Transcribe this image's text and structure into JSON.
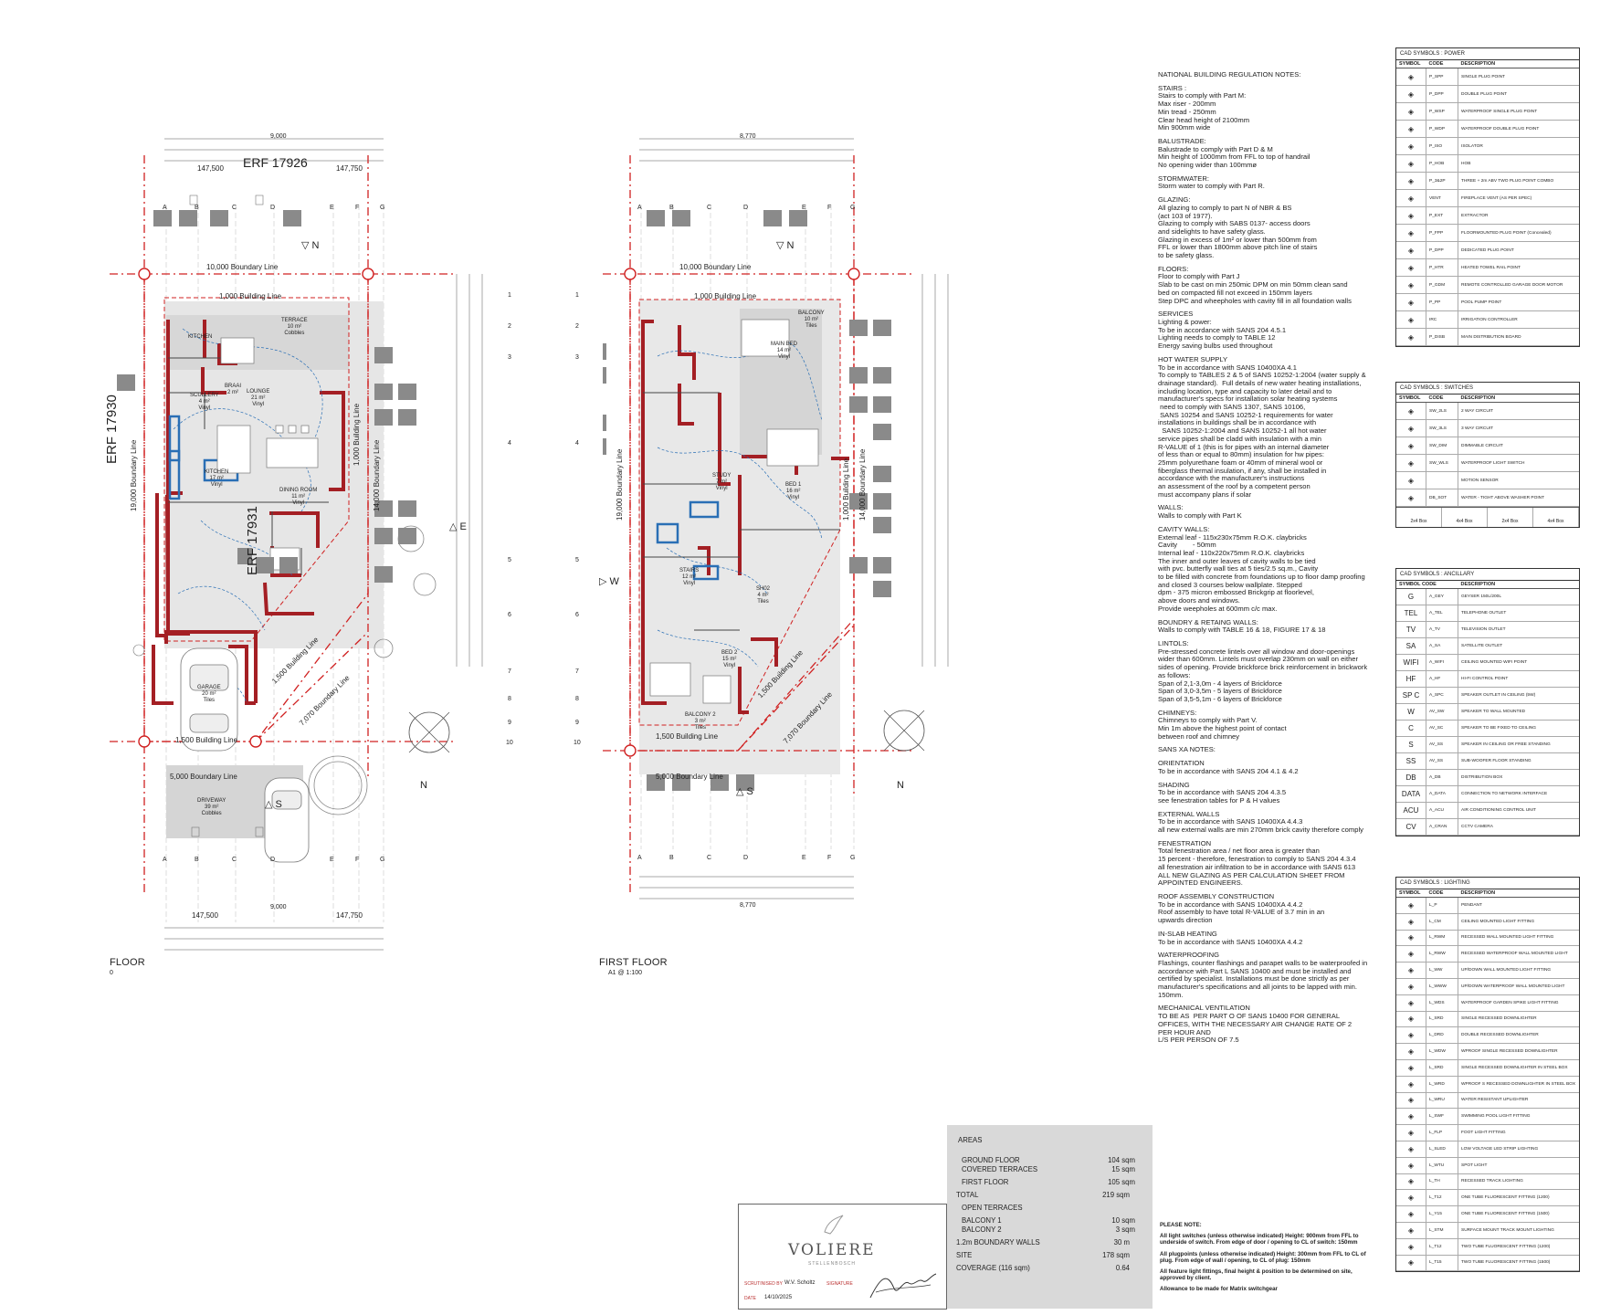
{
  "ground_plan": {
    "erf_top": "ERF 17926",
    "erf_left": "ERF 17930",
    "erf_right": "ERF 17931",
    "rooms": [
      {
        "name": "KITCHEN",
        "area": "17 m²",
        "finish": "Vinyl"
      },
      {
        "name": "LOUNGE",
        "area": "21 m²",
        "finish": "Vinyl"
      },
      {
        "name": "SCULLERY",
        "area": "4 m²",
        "finish": "Vinyl"
      },
      {
        "name": "BRAAI",
        "area": "2 m²",
        "finish": ""
      },
      {
        "name": "GARAGE",
        "area": "20 m²",
        "finish": "Tiles"
      },
      {
        "name": "DINING ROOM",
        "area": "11 m²",
        "finish": "Vinyl"
      },
      {
        "name": "TERRACE",
        "area": "10 m²",
        "finish": "Cobbles"
      },
      {
        "name": "DRIVEWAY",
        "area": "39 m²",
        "finish": "Cobbles"
      }
    ],
    "boundary_top": "10,000 Boundary Line",
    "building_top": "1,000 Building Line",
    "building_bottom": "1,500 Building Line",
    "boundary_bottom": "5,000 Boundary Line",
    "boundary_left": "19,000 Boundary Line",
    "boundary_right": "14,000 Boundary Line",
    "building_right": "1,000 Building Line",
    "boundary_diag": "7,070 Boundary Line",
    "building_diag": "1,500 Building Line",
    "cols": [
      "A",
      "B",
      "C",
      "D",
      "E",
      "F",
      "G"
    ],
    "rows": [
      "1",
      "2",
      "3",
      "4",
      "5",
      "6",
      "7",
      "8",
      "9",
      "10"
    ],
    "dim_top1": "147,500",
    "dim_top2": "147,750",
    "dim_bottom1": "147,500",
    "dim_bottom2": "147,750",
    "overall_width": "9,000",
    "title": "FLOOR",
    "scale": "0"
  },
  "first_plan": {
    "rooms": [
      {
        "name": "MAIN BED",
        "area": "14 m²",
        "finish": "Vinyl"
      },
      {
        "name": "BED 1",
        "area": "16 m²",
        "finish": "Vinyl"
      },
      {
        "name": "BED 2",
        "area": "15 m²",
        "finish": "Vinyl"
      },
      {
        "name": "STUDY",
        "area": "7 m²",
        "finish": "Vinyl"
      },
      {
        "name": "STAIRS",
        "area": "12 m²",
        "finish": "Vinyl"
      },
      {
        "name": "BALCONY",
        "area": "10 m²",
        "finish": "Tiles"
      },
      {
        "name": "BALCONY 2",
        "area": "3 m²",
        "finish": "Tiles"
      },
      {
        "name": "SH02",
        "area": "4 m²",
        "finish": "Tiles"
      }
    ],
    "boundary_top": "10,000 Boundary Line",
    "building_top": "1,000 Building Line",
    "building_bottom": "1,500 Building Line",
    "boundary_bottom": "5,000 Boundary Line",
    "boundary_left": "19,000 Boundary Line",
    "boundary_right": "14,000 Boundary Line",
    "building_right": "1,000 Building Line",
    "boundary_diag": "7,070 Boundary Line",
    "building_diag": "1,500 Building Line",
    "overall_width": "8,770",
    "title": "FIRST FLOOR",
    "scale": "A1 @ 1:100"
  },
  "notes": {
    "heading": "NATIONAL  BUILDING REGULATION NOTES:",
    "sections": [
      {
        "title": "STAIRS :",
        "lines": [
          "Stairs to comply with Part M:",
          "Max riser - 200mm",
          "Min tread - 250mm",
          "Clear head height of 2100mm",
          "Min 900mm wide"
        ]
      },
      {
        "title": "BALUSTRADE:",
        "lines": [
          "Balustrade to comply with Part D & M",
          "Min height of 1000mm from FFL to top of handrail",
          "No opening wider than 100mmø"
        ]
      },
      {
        "title": "STORMWATER:",
        "lines": [
          "Storm water to comply with Part R."
        ]
      },
      {
        "title": "GLAZING:",
        "lines": [
          "All glazing to comply to part N of NBR & BS",
          "(act 103 of 1977).",
          "Glazing to comply with SABS 0137- access doors",
          "and sidelights to have safety glass.",
          "Glazing in excess of 1m² or lower than 500mm from",
          "FFL or lower than 1800mm above pitch line of stairs",
          "to be safety glass."
        ]
      },
      {
        "title": "FLOORS:",
        "lines": [
          "Floor to comply with Part J",
          "Slab to be cast on min 250mic DPM on min 50mm clean sand",
          "bed on compacted fill not exceed in 150mm layers",
          "Step DPC and wheepholes with cavity fill in all foundation walls"
        ]
      },
      {
        "title": "SERVICES",
        "lines": [
          "Lighting & power:",
          "To be in accordance with SANS 204 4.5.1",
          "Lighting needs to comply to TABLE 12",
          "Energy saving bulbs used throughout"
        ]
      },
      {
        "title": "HOT WATER SUPPLY",
        "lines": [
          "To be in accordance with SANS 10400XA 4.1",
          "To comply to TABLES 2 & 5 of SANS 10252-1:2004 (water supply &",
          "drainage standard).  Full details of new water heating installations,",
          "including location, type and capacity to later detail and to",
          "manufacturer's specs for installation solar heating systems",
          " need to comply with SANS 1307, SANS 10106,",
          " SANS 10254 and SANS 10252-1 requirements for water",
          "installations in buildings shall be in accordance with",
          "  SANS 10252-1:2004 and SANS 10252-1 all hot water",
          "service pipes shall be cladd with insulation with a min",
          "R-VALUE of 1 (this is for pipes with an internal diameter",
          "of less than or equal to 80mm) insulation for hw pipes:",
          "25mm polyurethane foam or 40mm of mineral wool or",
          "fiberglass thermal insulation, if any, shall be installed in",
          "accordance with the manufacturer's instructions",
          "an assessment of the roof by a competent person",
          "must accompany plans if solar"
        ]
      },
      {
        "title": "WALLS:",
        "lines": [
          "Walls to comply with Part K"
        ]
      },
      {
        "title": "CAVITY WALLS:",
        "lines": [
          "External leaf - 115x230x75mm R.O.K. claybricks",
          "Cavity        - 50mm",
          "Internal leaf - 110x220x75mm R.O.K. claybricks",
          "The inner and outer leaves of cavity walls to be tied",
          "with pvc. butterfly wall ties at 5 ties/2.5 sq.m., Cavity",
          "to be filled with concrete from foundations up to floor damp proofing",
          "and closed 3 courses below wallplate. Stepped",
          "dpm - 375 micron embossed Brickgrip at floorlevel,",
          "above doors and windows.",
          "Provide weepholes at 600mm c/c max."
        ]
      },
      {
        "title": "BOUNDRY & RETAING WALLS:",
        "lines": [
          "Walls to comply with TABLE 16 & 18, FIGURE 17 & 18"
        ]
      },
      {
        "title": "LINTOLS:",
        "lines": [
          "Pre-stressed concrete lintels over all window and door-openings",
          "wider than 600mm. Lintels must overlap 230mm on wall on either",
          "sides of opening. Provide brickforce brick reinforcement in brickwork",
          "as follows:",
          "Span of 2,1-3,0m - 4 layers of Brickforce",
          "Span of 3,0-3,5m - 5 layers of Brickforce",
          "Span of 3,5-5,1m - 6 layers of Brickforce"
        ]
      },
      {
        "title": "CHIMNEYS:",
        "lines": [
          "Chimneys to comply with Part V.",
          "Min 1m above the highest point of contact",
          "between roof and chimney"
        ]
      },
      {
        "title": "SANS XA NOTES:",
        "lines": []
      },
      {
        "title": "ORIENTATION",
        "lines": [
          "To be in accordance with SANS 204 4.1 & 4.2"
        ]
      },
      {
        "title": "SHADING",
        "lines": [
          "To be in accordance with SANS 204 4.3.5",
          "see fenestration tables for P & H values"
        ]
      },
      {
        "title": "EXTERNAL WALLS",
        "lines": [
          "To be in accordance with SANS 10400XA 4.4.3",
          "all new external walls are min 270mm brick cavity therefore comply"
        ]
      },
      {
        "title": "FENESTRATION",
        "lines": [
          "Total fenestration area / net floor area is greater than",
          "15 percent - therefore, fenestration to comply to SANS 204 4.3.4",
          "all fenestration air infiltration to be in accordance with SANS 613",
          "ALL NEW GLAZING AS PER CALCULATION SHEET FROM",
          "APPOINTED ENGINEERS."
        ]
      },
      {
        "title": "ROOF ASSEMBLY CONSTRUCTION",
        "lines": [
          "To be in accordance with SANS 10400XA 4.4.2",
          "Roof assembly to have total R-VALUE of 3.7 min in an",
          "upwards direction"
        ]
      },
      {
        "title": "IN-SLAB HEATING",
        "lines": [
          "To be in accordance with SANS 10400XA 4.4.2"
        ]
      },
      {
        "title": "WATERPROOFING",
        "lines": [
          "Flashings, counter flashings and parapet walls to be waterproofed in",
          "accordance with Part L SANS 10400 and must be installed and",
          "certified by specialist. Installations must be done strictly as per",
          "manufacturer's specifications and all joints to be lapped with min.",
          "150mm."
        ]
      },
      {
        "title": "MECHANICAL VENTILATION",
        "lines": [
          "TO BE AS  PER PART O OF SANS 10400 FOR GENERAL",
          "OFFICES, WITH THE NECESSARY AIR CHANGE RATE OF 2",
          "PER HOUR AND",
          "L/S PER PERSON OF 7.5"
        ]
      }
    ]
  },
  "legend_power": {
    "title": "CAD SYMBOLS : POWER",
    "headers": [
      "SYMBOL",
      "CODE",
      "DESCRIPTION"
    ],
    "rows": [
      {
        "code": "P_SPP",
        "desc": "SINGLE PLUG POINT"
      },
      {
        "code": "P_DPP",
        "desc": "DOUBLE PLUG POINT"
      },
      {
        "code": "P_WSP",
        "desc": "WATERPROOF SINGLE PLUG POINT"
      },
      {
        "code": "P_WDP",
        "desc": "WATERPROOF DOUBLE PLUG POINT"
      },
      {
        "code": "P_ISO",
        "desc": "ISOLATOR"
      },
      {
        "code": "P_HOB",
        "desc": "HOB"
      },
      {
        "code": "P_3&2P",
        "desc": "THREE + 2m ABV TWO PLUG POINT COMBO"
      },
      {
        "code": "VENT",
        "desc": "FIREPLACE VENT (AS PER SPEC)"
      },
      {
        "code": "P_EXT",
        "desc": "EXTRACTOR"
      },
      {
        "code": "P_FPP",
        "desc": "FLOORMOUNTED PLUG POINT (Concealed)"
      },
      {
        "code": "P_DPP",
        "desc": "DEDICATED PLUG POINT"
      },
      {
        "code": "P_HTR",
        "desc": "HEATED TOWEL RAIL POINT"
      },
      {
        "code": "P_GDM",
        "desc": "REMOTE CONTROLLED GARAGE DOOR MOTOR"
      },
      {
        "code": "P_PP",
        "desc": "POOL PUMP POINT"
      },
      {
        "code": "IRC",
        "desc": "IRRIGATION CONTROLLER"
      },
      {
        "code": "P_DISB",
        "desc": "MAIN DISTRIBUTION BOARD"
      }
    ]
  },
  "legend_switches": {
    "title": "CAD SYMBOLS : SWITCHES",
    "headers": [
      "SYMBOL",
      "CODE",
      "DESCRIPTION"
    ],
    "rows": [
      {
        "code": "SW_2LS",
        "desc": "2 WAY CIRCUIT"
      },
      {
        "code": "SW_3LS",
        "desc": "3 WAY CIRCUIT"
      },
      {
        "code": "SW_DIM",
        "desc": "DIMMABLE CIRCUIT"
      },
      {
        "code": "SW_WLS",
        "desc": "WATERPROOF LIGHT SWITCH"
      },
      {
        "code": "",
        "desc": "MOTION SENSOR"
      },
      {
        "code": "DB_SOT",
        "desc": "WATER - TIGHT ABOVE WASHER POINT"
      }
    ],
    "boxes": [
      "2x4 Box",
      "4x4 Box",
      "2x4 Box",
      "4x4 Box"
    ]
  },
  "legend_ancillary": {
    "title": "CAD SYMBOLS : ANCILLARY",
    "headers": [
      "SYMBOL CODE",
      "DESCRIPTION"
    ],
    "rows": [
      {
        "sym": "G",
        "code": "A_GEY",
        "desc": "GEYSER 150L/200L"
      },
      {
        "sym": "TEL",
        "code": "A_TEL",
        "desc": "TELEPHONE OUTLET"
      },
      {
        "sym": "TV",
        "code": "A_TV",
        "desc": "TELEVISION OUTLET"
      },
      {
        "sym": "SA",
        "code": "A_SA",
        "desc": "SATELLITE OUTLET"
      },
      {
        "sym": "WIFI",
        "code": "A_WIFI",
        "desc": "CEILING MOUNTED WIFI POINT"
      },
      {
        "sym": "HF",
        "code": "A_HF",
        "desc": "HI-FI CONTROL POINT"
      },
      {
        "sym": "SP C",
        "code": "A_SPC",
        "desc": "SPEAKER OUTLET IN CEILING (5W)"
      },
      {
        "sym": "W",
        "code": "AV_SW",
        "desc": "SPEAKER TO WALL MOUNTED"
      },
      {
        "sym": "C",
        "code": "AV_SC",
        "desc": "SPEAKER TO BE FIXED TO CEILING"
      },
      {
        "sym": "S",
        "code": "AV_SS",
        "desc": "SPEAKER IN CEILING OR FREE STANDING"
      },
      {
        "sym": "SS",
        "code": "AV_SS",
        "desc": "SUB-WOOFER FLOOR STANDING"
      },
      {
        "sym": "DB",
        "code": "A_DB",
        "desc": "DISTRIBUTION BOX"
      },
      {
        "sym": "DATA",
        "code": "A_DATA",
        "desc": "CONNECTION TO NETWORK INTERFACE"
      },
      {
        "sym": "ACU",
        "code": "A_ACU",
        "desc": "AIR CONDITIONING CONTROL UNIT"
      },
      {
        "sym": "CV",
        "code": "A_CRAN",
        "desc": "CCTV CAMERA"
      }
    ]
  },
  "legend_lighting": {
    "title": "CAD SYMBOLS : LIGHTING",
    "headers": [
      "SYMBOL",
      "CODE",
      "DESCRIPTION"
    ],
    "rows": [
      {
        "code": "L_P",
        "desc": "PENDANT"
      },
      {
        "code": "L_CM",
        "desc": "CEILING MOUNTED LIGHT FITTING"
      },
      {
        "code": "L_RWM",
        "desc": "RECESSED WALL MOUNTED LIGHT FITTING"
      },
      {
        "code": "L_RWW",
        "desc": "RECESSED WATERPROOF WALL MOUNTED LIGHT"
      },
      {
        "code": "L_WW",
        "desc": "UP/DOWN WALL MOUNTED LIGHT FITTING"
      },
      {
        "code": "L_WWW",
        "desc": "UP/DOWN WATERPROOF WALL MOUNTED LIGHT"
      },
      {
        "code": "L_WDS",
        "desc": "WATERPROOF GARDEN SPIKE LIGHT FITTING"
      },
      {
        "code": "L_SRD",
        "desc": "SINGLE RECESSED DOWNLIGHTER"
      },
      {
        "code": "L_DRD",
        "desc": "DOUBLE RECESSED DOWNLIGHTER"
      },
      {
        "code": "L_WDW",
        "desc": "WPROOF SINGLE RECESSED DOWNLIGHTER"
      },
      {
        "code": "L_SRD",
        "desc": "SINGLE RECESSED DOWNLIGHTER IN STEEL BOX"
      },
      {
        "code": "L_WRD",
        "desc": "WPROOF S RECESSED DOWNLIGHTER IN STEEL BOX"
      },
      {
        "code": "L_WRU",
        "desc": "WATER RESISTANT UPLIGHTER"
      },
      {
        "code": "L_SWF",
        "desc": "SWIMMING POOL LIGHT FITTING"
      },
      {
        "code": "L_FLP",
        "desc": "FOOT LIGHT FITTING"
      },
      {
        "code": "L_SLED",
        "desc": "LOW VOLTAGE LED STRIP LIGHTING"
      },
      {
        "code": "L_WTU",
        "desc": "SPOT LIGHT"
      },
      {
        "code": "L_TH",
        "desc": "RECESSED TRACK LIGHTING"
      },
      {
        "code": "L_T12",
        "desc": "ONE TUBE FLUORESCENT FITTING (1200)"
      },
      {
        "code": "L_Y15",
        "desc": "ONE TUBE FLUORESCENT FITTING (1500)"
      },
      {
        "code": "L_STM",
        "desc": "SURFACE MOUNT TRACK MOUNT LIGHTING"
      },
      {
        "code": "L_T12",
        "desc": "TWO TUBE FLUORESCENT FITTING (1200)"
      },
      {
        "code": "L_T15",
        "desc": "TWO TUBE FLUORESCENT FITTING (1500)"
      }
    ]
  },
  "areas": {
    "title": "AREAS",
    "rows": [
      {
        "label": "GROUND FLOOR",
        "value": "104 sqm"
      },
      {
        "label": "COVERED TERRACES",
        "value": "15 sqm"
      },
      {
        "label": "FIRST FLOOR",
        "value": "105 sqm"
      },
      {
        "label": "TOTAL",
        "value": "219 sqm"
      },
      {
        "label": "OPEN TERRACES",
        "value": ""
      },
      {
        "label": "BALCONY 1",
        "value": "10 sqm"
      },
      {
        "label": "BALCONY 2",
        "value": "3 sqm"
      },
      {
        "label": "1.2m BOUNDARY WALLS",
        "value": "30 m"
      },
      {
        "label": "SITE",
        "value": "178 sqm"
      },
      {
        "label": "COVERAGE        (116 sqm)",
        "value": "0.64"
      }
    ]
  },
  "title_block": {
    "brand": "VOLIERE",
    "sub": "STELLENBOSCH",
    "scrutinised_label": "SCRUTINISED BY",
    "scrutinised_value": "W.V. Scholtz",
    "signature_label": "SIGNATURE",
    "date_label": "DATE",
    "date_value": "14/10/2025"
  },
  "please_note": [
    "PLEASE NOTE:",
    "All light switches (unless otherwise indicated) Height: 900mm from FFL to underside of switch. From edge of door / opening to CL of switch: 150mm",
    "All plugpoints (unless otherwise indicated) Height: 300mm from FFL to CL of plug. From edge of wall / opening, to CL of plug: 150mm",
    "All feature light fittings, final height & position to be determined on site, approved by client.",
    "Allowance to be made for Matrix switchgear"
  ],
  "colors": {
    "wall": "#a41f24",
    "boundary": "#d02020",
    "room_fill": "#cfcfcf",
    "services": "#2a6fb5",
    "tag": "#8a8a8a"
  }
}
